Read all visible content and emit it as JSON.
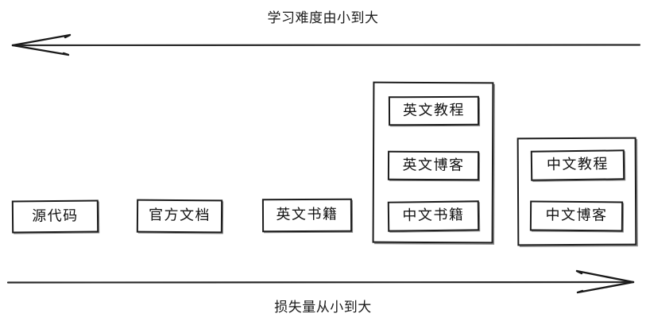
{
  "diagram": {
    "top_axis": {
      "label": "学习难度由小到大",
      "direction": "left",
      "arrow_icon": "arrow-left-icon"
    },
    "bottom_axis": {
      "label": "损失量从小到大",
      "direction": "right",
      "arrow_icon": "arrow-right-icon"
    },
    "standalone_nodes": [
      {
        "label": "源代码"
      },
      {
        "label": "官方文档"
      },
      {
        "label": "英文书籍"
      }
    ],
    "groups": [
      {
        "name": "group-english-tutorials",
        "items": [
          {
            "label": "英文教程"
          },
          {
            "label": "英文博客"
          },
          {
            "label": "中文书籍"
          }
        ]
      },
      {
        "name": "group-chinese-resources",
        "items": [
          {
            "label": "中文教程"
          },
          {
            "label": "中文博客"
          }
        ]
      }
    ],
    "colors": {
      "stroke": "#1c1c1c",
      "text": "#111111",
      "background": "#ffffff"
    }
  }
}
